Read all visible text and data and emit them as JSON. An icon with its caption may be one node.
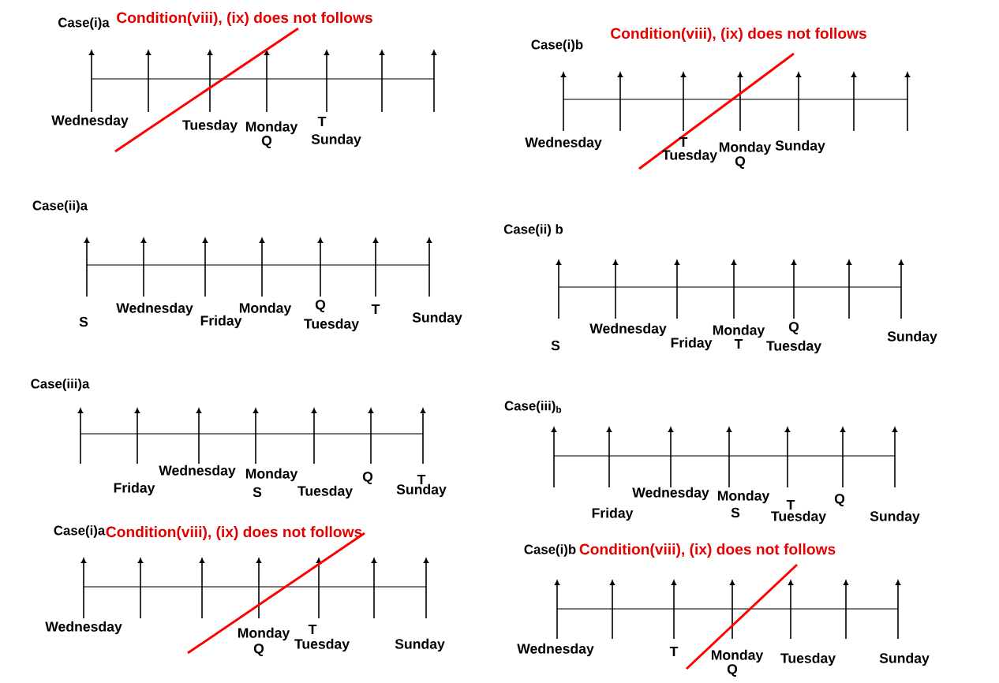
{
  "diagram": {
    "labels": [
      "Case(i)a",
      "Condition(viii), (ix) does not follows",
      "Wednesday",
      "Tuesday",
      "Monday",
      "Q",
      "T",
      "Sunday",
      "Case(i)b",
      "Condition(viii), (ix) does not follows",
      "Wednesday",
      "T",
      "Tuesday",
      "Monday",
      "Q",
      "Sunday",
      "Case(ii)a",
      "S",
      "Wednesday",
      "Friday",
      "Monday",
      "Q",
      "Tuesday",
      "T",
      "Sunday",
      "Case(ii) b",
      "S",
      "Wednesday",
      "Friday",
      "Monday",
      "T",
      "Q",
      "Tuesday",
      "Sunday",
      "Case(iii)a",
      "Friday",
      "Wednesday",
      "Monday",
      "S",
      "Tuesday",
      "Q",
      "T",
      "Sunday",
      "Case(iii)$_{b}$",
      "Friday",
      "Wednesday",
      "Monday",
      "S",
      "T",
      "Tuesday",
      "Q",
      "Sunday",
      "Case(i)a",
      "Condition(viii), (ix) does not follows",
      "Wednesday",
      "Monday",
      "Q",
      "T",
      "Tuesday",
      "Sunday",
      "Case(i)b",
      "Condition(viii), (ix) does not follows",
      "Wednesday",
      "T",
      "Monday",
      "Q",
      "Tuesday",
      "Sunday"
    ]
  }
}
